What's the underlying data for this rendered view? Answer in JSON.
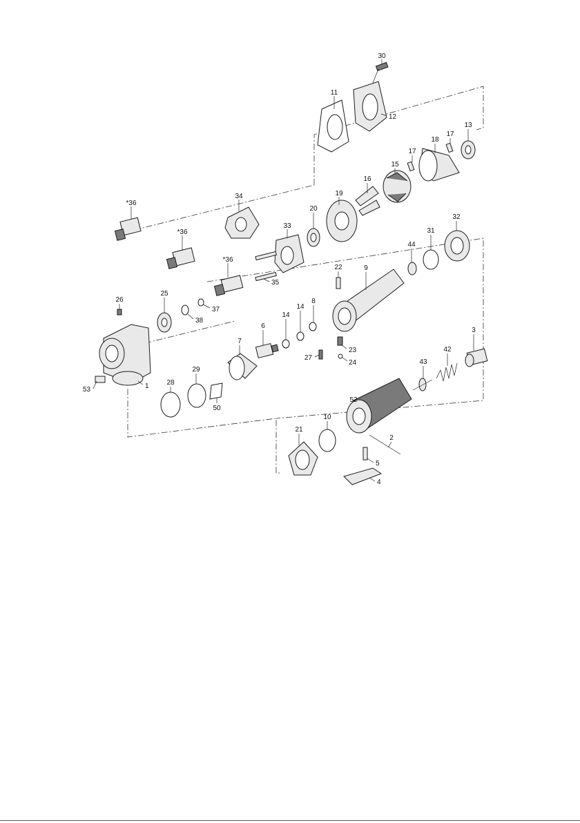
{
  "diagram": {
    "callouts": [
      "30",
      "11",
      "12",
      "13",
      "17",
      "18",
      "17",
      "15",
      "16",
      "19",
      "20",
      "34",
      "33",
      "*36",
      "*36",
      "*36",
      "35",
      "31",
      "32",
      "44",
      "9",
      "22",
      "8",
      "14",
      "14",
      "26",
      "25",
      "38",
      "37",
      "6",
      "7",
      "23",
      "27",
      "24",
      "3",
      "42",
      "43",
      "1",
      "53",
      "28",
      "29",
      "50",
      "52",
      "10",
      "2",
      "21",
      "5",
      "4"
    ]
  },
  "colors": {
    "line": "#1a1a1a",
    "fill_light": "#e9e9e9",
    "fill_dark": "#7a7a7a",
    "background": "#ffffff"
  }
}
